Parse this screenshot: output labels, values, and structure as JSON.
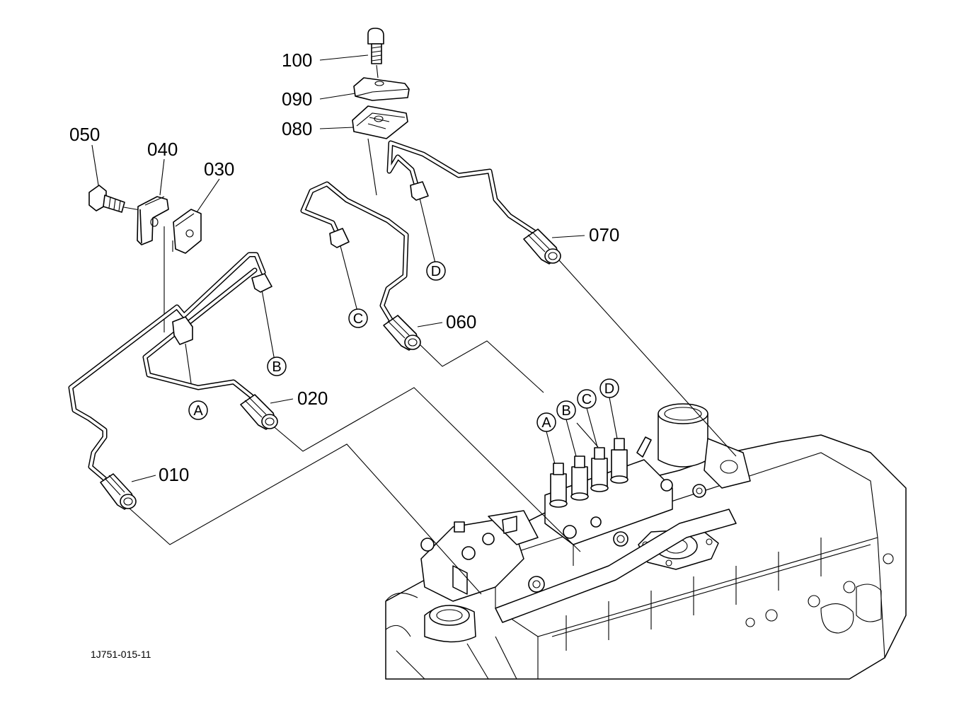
{
  "parts": {
    "p010": "010",
    "p020": "020",
    "p030": "030",
    "p040": "040",
    "p050": "050",
    "p060": "060",
    "p070": "070",
    "p080": "080",
    "p090": "090",
    "p100": "100"
  },
  "markers": {
    "a": "A",
    "b": "B",
    "c": "C",
    "d": "D"
  },
  "reference_code": "1J751-015-11"
}
